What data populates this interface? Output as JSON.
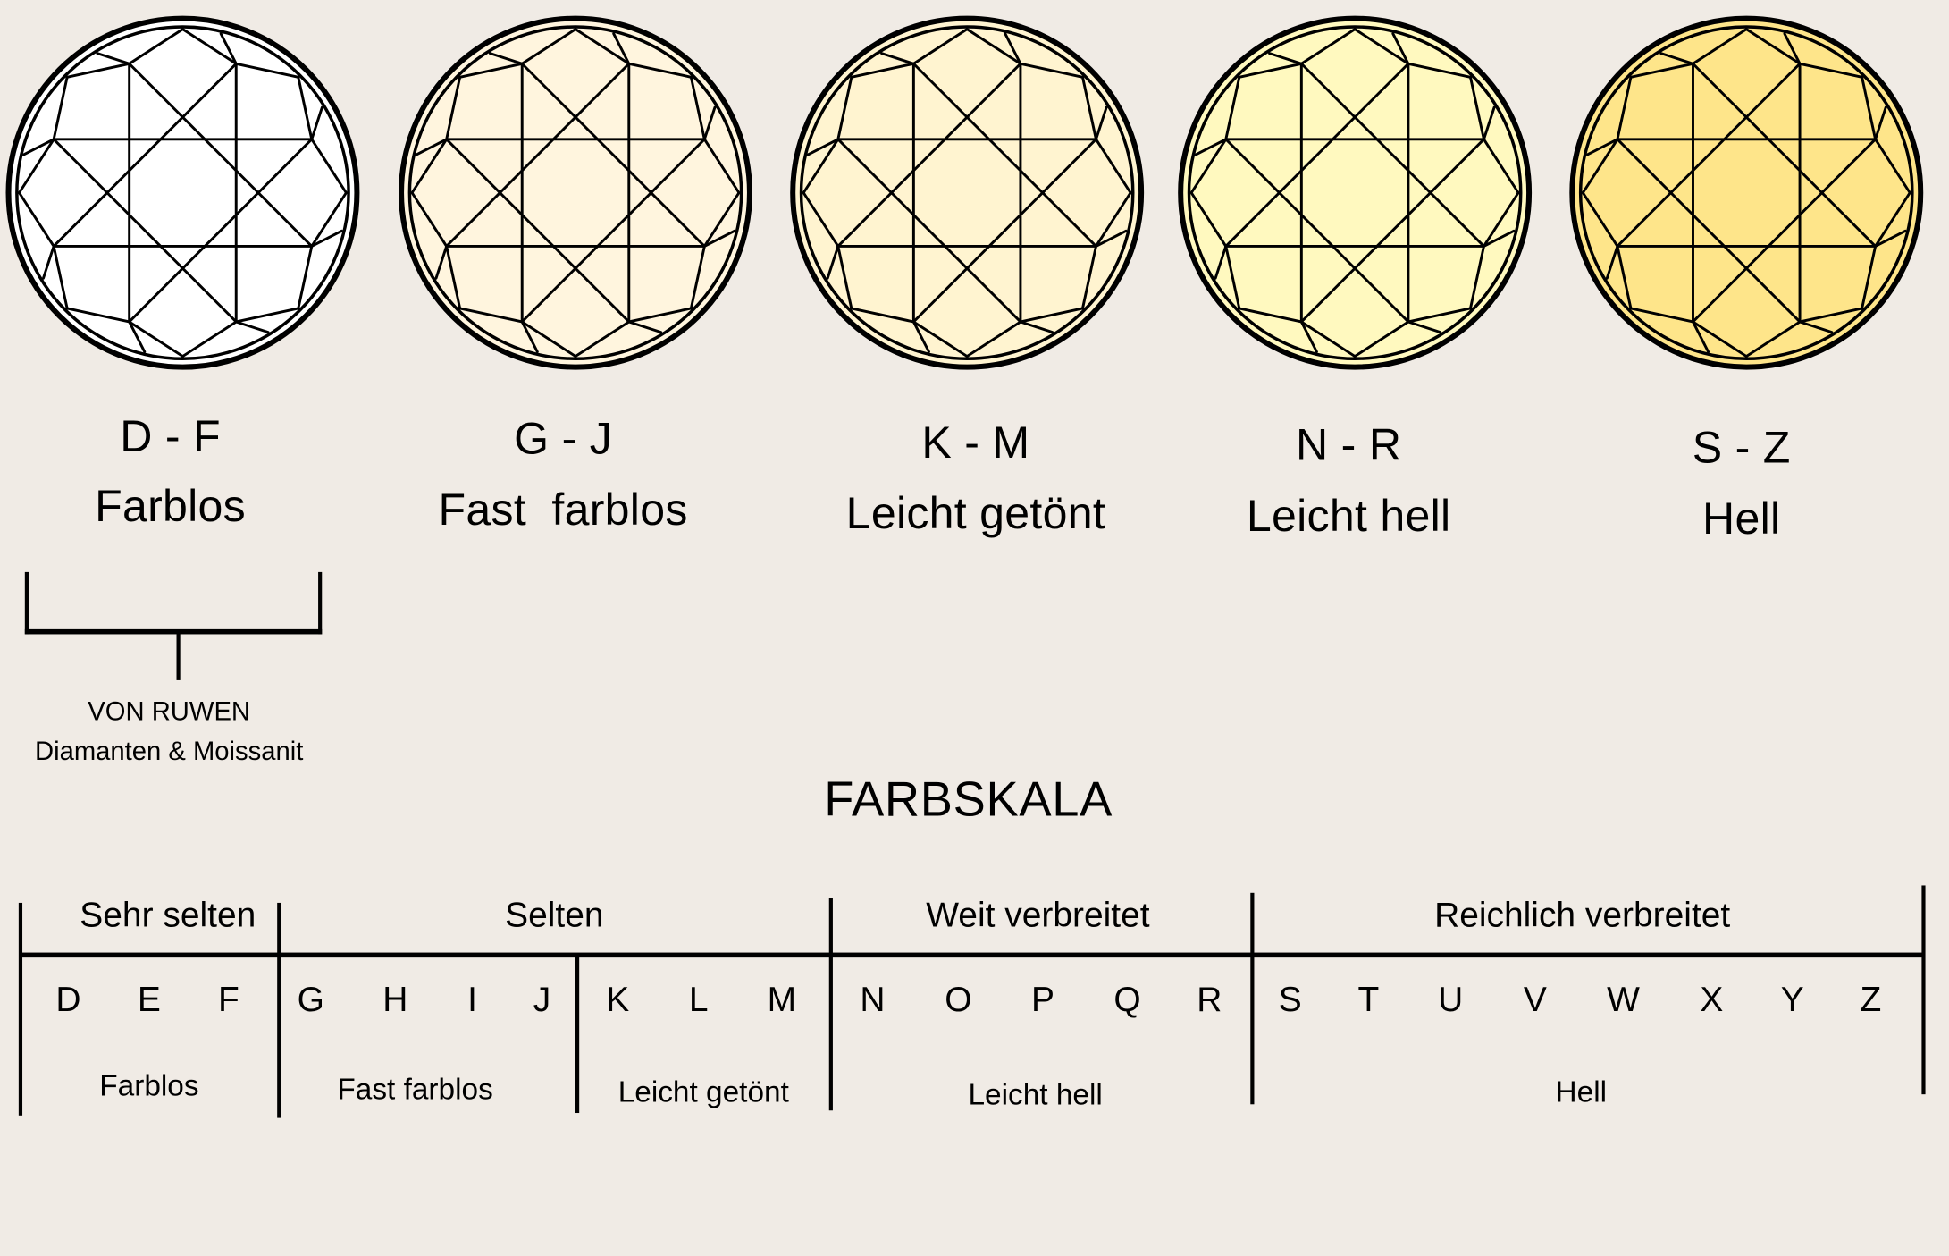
{
  "colors": {
    "background": "#F0EBE5",
    "outline": "#000000",
    "diamond_fills": [
      "#FFFFFF",
      "#FFF5DE",
      "#FFF4D0",
      "#FFF9BF",
      "#FEE58A"
    ]
  },
  "grades": [
    {
      "range": "D - F",
      "label": "Farblos",
      "fill": "#FFFFFF"
    },
    {
      "range": "G - J",
      "label": "Fast  farblos",
      "fill": "#FFF5DE"
    },
    {
      "range": "K - M",
      "label": "Leicht getönt",
      "fill": "#FFF4D0"
    },
    {
      "range": "N - R",
      "label": "Leicht hell",
      "fill": "#FFF9BF"
    },
    {
      "range": "S - Z",
      "label": "Hell",
      "fill": "#FEE58A"
    }
  ],
  "brand": {
    "line1": "VON RUWEN",
    "line2": "Diamanten & Moissanit"
  },
  "scale": {
    "title": "FARBSKALA",
    "rarity_headers": [
      "Sehr selten",
      "Selten",
      "Weit verbreitet",
      "Reichlich verbreitet"
    ],
    "letters": [
      "D",
      "E",
      "F",
      "G",
      "H",
      "I",
      "J",
      "K",
      "L",
      "M",
      "N",
      "O",
      "P",
      "Q",
      "R",
      "S",
      "T",
      "U",
      "V",
      "W",
      "X",
      "Y",
      "Z"
    ],
    "categories": [
      "Farblos",
      "Fast farblos",
      "Leicht getönt",
      "Leicht hell",
      "Hell"
    ]
  }
}
